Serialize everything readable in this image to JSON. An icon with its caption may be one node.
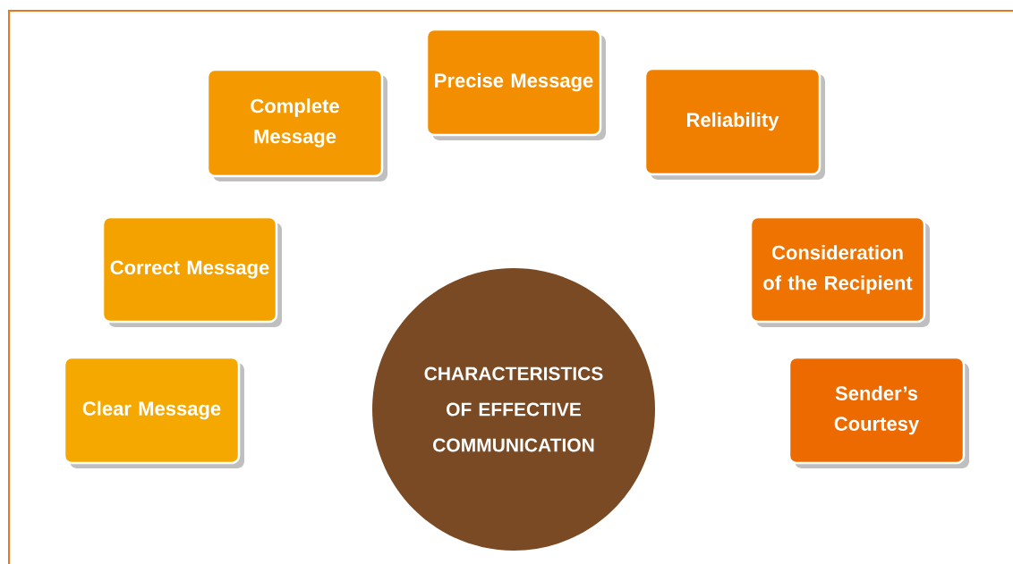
{
  "diagram": {
    "nodes": [
      {
        "text": [
          "Precise Message"
        ]
      },
      {
        "text": [
          "Complete Message"
        ]
      },
      {
        "text": [
          "Reliability"
        ]
      },
      {
        "text": [
          "Correct Message"
        ]
      },
      {
        "text": [
          "Consideration of the Recipient"
        ]
      },
      {
        "text": [
          "Clear Message"
        ]
      },
      {
        "text": [
          "Sender’s Courtesy"
        ]
      },
      {
        "text": [
          "CHARACTERISTICS OF EFFECTIVE COMMUNICATION"
        ]
      }
    ]
  }
}
